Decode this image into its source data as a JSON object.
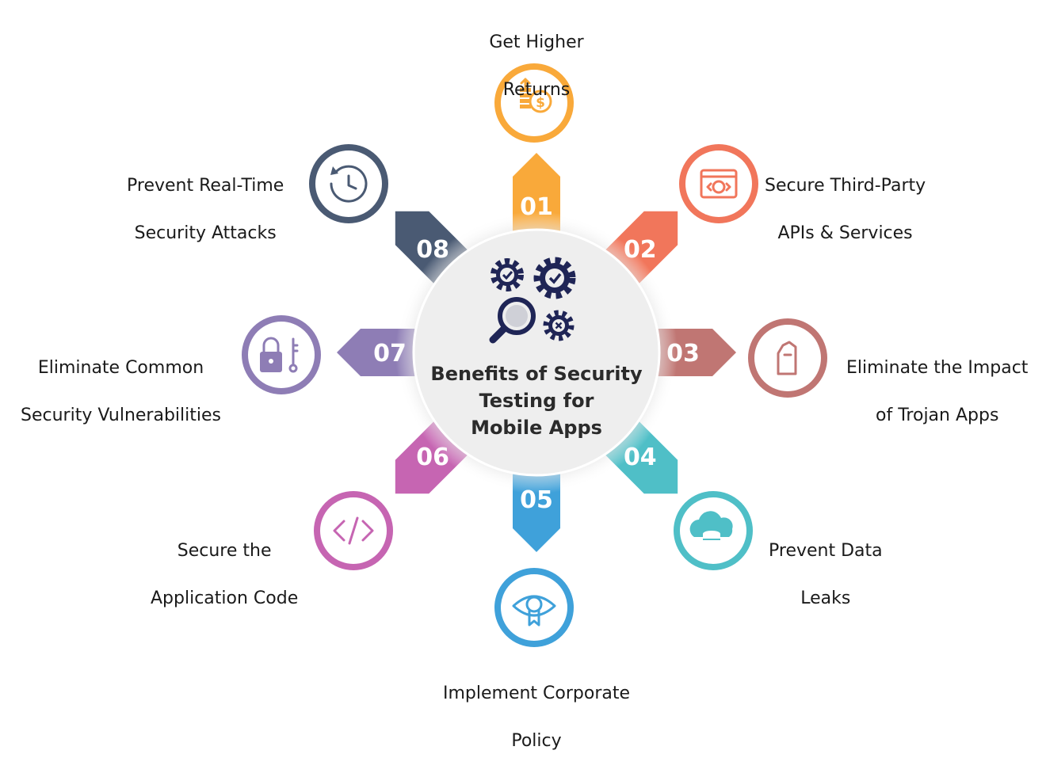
{
  "center": {
    "title_line1": "Benefits of Security",
    "title_line2": "Testing for",
    "title_line3": "Mobile Apps"
  },
  "items": [
    {
      "number": "01",
      "label_line1": "Get Higher",
      "label_line2": "Returns",
      "color": "#F9A93A",
      "icon": "coins-dollar-icon"
    },
    {
      "number": "02",
      "label_line1": "Secure Third-Party",
      "label_line2": "APIs & Services",
      "color": "#F1765B",
      "icon": "browser-globe-icon"
    },
    {
      "number": "03",
      "label_line1": "Eliminate the Impact",
      "label_line2": "of Trojan Apps",
      "color": "#C07673",
      "icon": "trojan-horse-icon"
    },
    {
      "number": "04",
      "label_line1": "Prevent Data",
      "label_line2": "Leaks",
      "color": "#4FBFC7",
      "icon": "cloud-database-icon"
    },
    {
      "number": "05",
      "label_line1": "Implement Corporate",
      "label_line2": "Policy",
      "color": "#3FA1DA",
      "icon": "eye-badge-icon"
    },
    {
      "number": "06",
      "label_line1": "Secure the",
      "label_line2": "Application Code",
      "color": "#C665B2",
      "icon": "code-icon"
    },
    {
      "number": "07",
      "label_line1": "Eliminate Common",
      "label_line2": "Security Vulnerabilities",
      "color": "#8E7DB5",
      "icon": "lock-key-icon"
    },
    {
      "number": "08",
      "label_line1": "Prevent Real-Time",
      "label_line2": "Security Attacks",
      "color": "#4A5A73",
      "icon": "clock-refresh-icon"
    }
  ],
  "colors": {
    "center_icon": "#1F2556",
    "center_fill": "#EEEEEE"
  }
}
